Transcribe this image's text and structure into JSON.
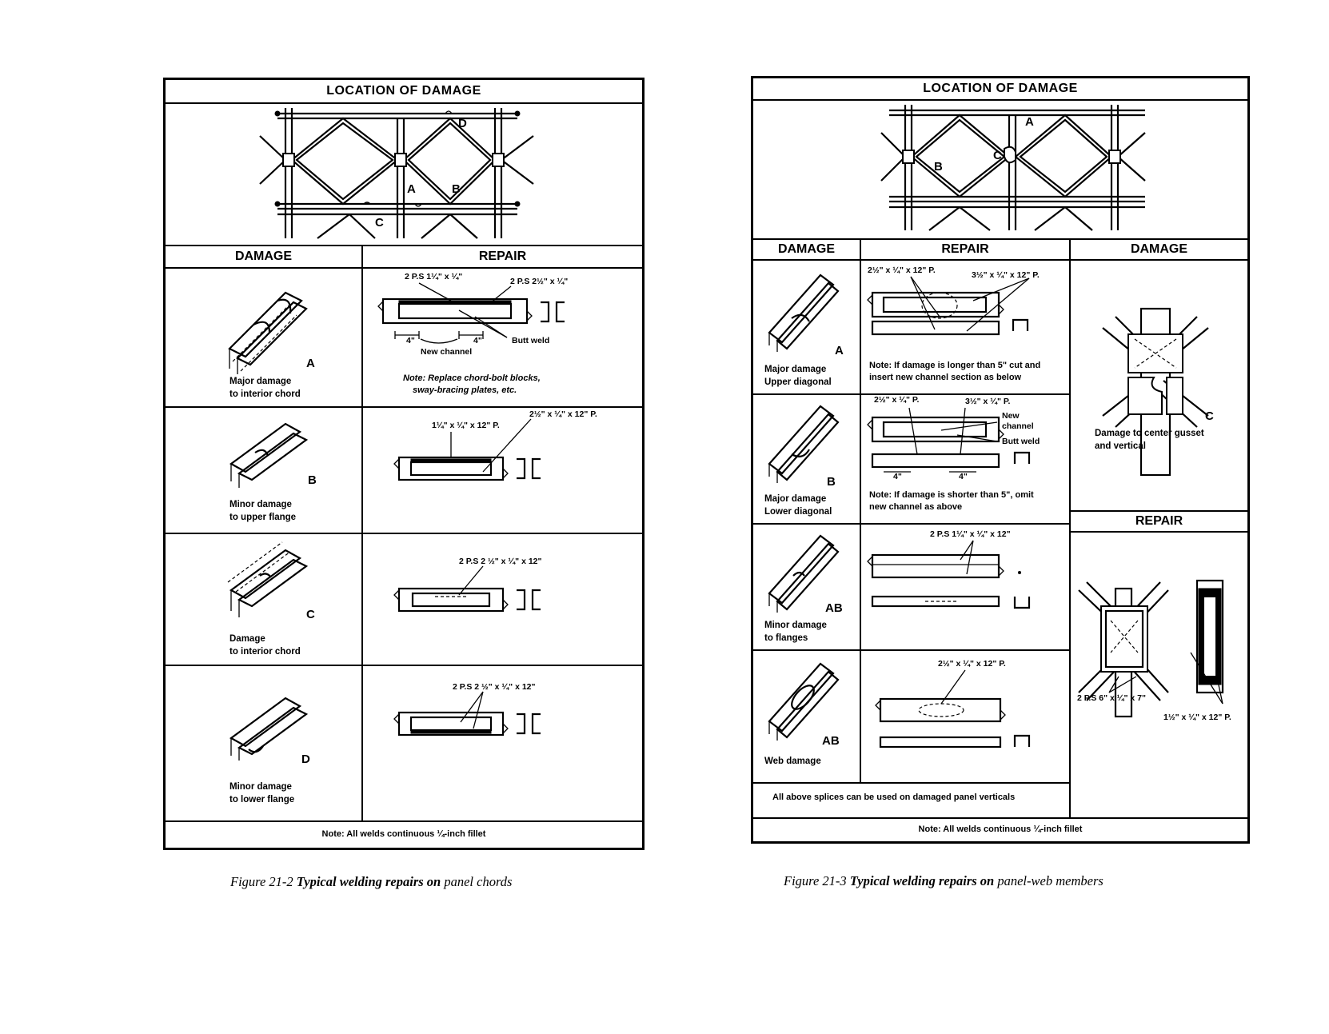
{
  "fig21_2": {
    "location_header": "LOCATION OF DAMAGE",
    "truss_labels": {
      "a": "A",
      "b": "B",
      "c": "C",
      "d": "D"
    },
    "damage_header": "DAMAGE",
    "repair_header": "REPAIR",
    "rows": [
      {
        "letter": "A",
        "desc1": "Major damage",
        "desc2": "to interior chord",
        "labels": {
          "ps1": "2 P.S 1¼\" x ¼\"",
          "ps2": "2 P.S 2½\" x ¼\"",
          "dim1": "4\"",
          "dim2": "4\"",
          "channel": "New channel",
          "weld": "Butt weld"
        },
        "note1": "Note: Replace chord-bolt blocks,",
        "note2": "sway-bracing plates, etc."
      },
      {
        "letter": "B",
        "desc1": "Minor damage",
        "desc2": "to upper flange",
        "labels": {
          "p1": "1¼\" x ¼\" x 12\" P.",
          "p2": "2½\" x ¼\" x 12\" P."
        }
      },
      {
        "letter": "C",
        "desc1": "Damage",
        "desc2": "to interior chord",
        "labels": {
          "p1": "2 P.S 2 ½\" x ¼\" x 12\""
        }
      },
      {
        "letter": "D",
        "desc1": "Minor damage",
        "desc2": "to lower flange",
        "labels": {
          "p1": "2 P.S 2 ½\" x ¼\" x 12\""
        }
      }
    ],
    "footer": "Note: All welds continuous ¼-inch fillet",
    "caption_num": "Figure 21-2",
    "caption_bold": "Typical welding repairs on",
    "caption_rest": "panel chords"
  },
  "fig21_3": {
    "location_header": "LOCATION OF DAMAGE",
    "truss_labels": {
      "a": "A",
      "b": "B",
      "c": "C"
    },
    "damage_header": "DAMAGE",
    "repair_header": "REPAIR",
    "damage_header_right": "DAMAGE",
    "repair_header_right": "REPAIR",
    "rows": [
      {
        "letter": "A",
        "desc1": "Major damage",
        "desc2": "Upper diagonal",
        "labels": {
          "p1": "2½\" x ¼\" x 12\" P.",
          "p2": "3½\" x ¼\" x 12\" P."
        },
        "note1": "Note: If damage is longer than 5\" cut and",
        "note2": "insert new channel section as below"
      },
      {
        "letter": "B",
        "desc1": "Major damage",
        "desc2": "Lower diagonal",
        "labels": {
          "p1": "2½\" x ¼\" P.",
          "p2": "3½\" x ¼\" P.",
          "channel1": "New",
          "channel2": "channel",
          "weld": "Butt weld",
          "dim1": "4\"",
          "dim2": "4\""
        },
        "note1": "Note: If damage is shorter than 5\", omit",
        "note2": "new channel as above"
      },
      {
        "letter": "AB",
        "desc1": "Minor damage",
        "desc2": "to flanges",
        "labels": {
          "p1": "2 P.S 1¼\" x ¼\" x 12\""
        }
      },
      {
        "letter": "AB",
        "desc1": "Web damage",
        "desc2": "",
        "labels": {
          "p1": "2½\" x ¼\" x 12\" P."
        }
      }
    ],
    "right_damage": {
      "letter": "C",
      "desc1": "Damage to center gusset",
      "desc2": "and vertical"
    },
    "right_repair": {
      "p1": "2 P.S 6\" x ¼\" x 7\"",
      "p2": "1½\" x ¼\" x 12\" P."
    },
    "splice_note": "All above splices can be used on damaged panel verticals",
    "footer": "Note: All welds continuous ¼-inch fillet",
    "caption_num": "Figure 21-3",
    "caption_bold": "Typical welding repairs on",
    "caption_rest": "panel-web members"
  }
}
